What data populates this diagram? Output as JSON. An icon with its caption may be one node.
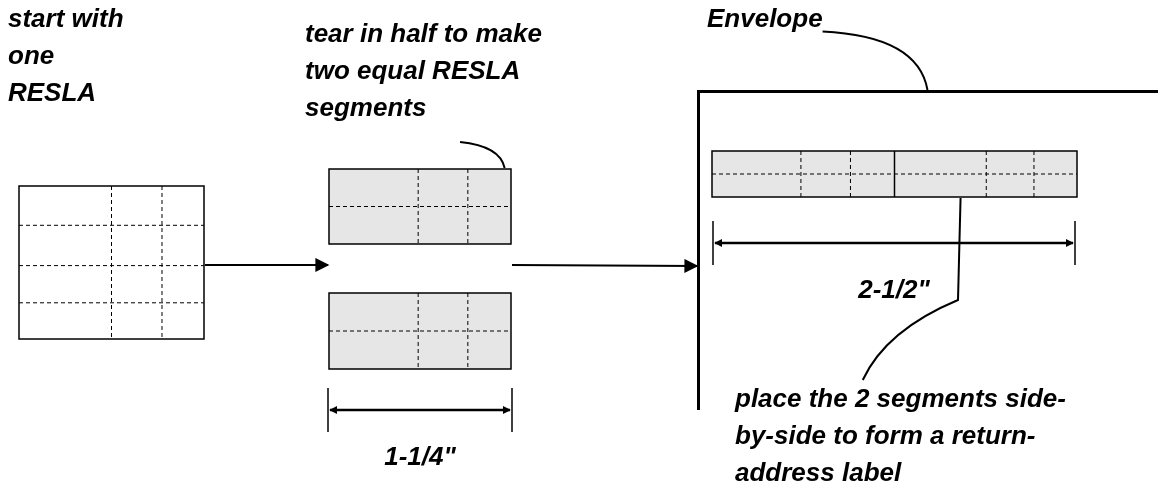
{
  "diagram": {
    "nodes": [
      {
        "text": [],
        "shape": "picture"
      },
      {
        "text": [
          "tear in half to make two equal RESLA segments"
        ]
      },
      {
        "text": [],
        "shape": "picture"
      },
      {
        "text": [],
        "shape": "picture",
        "in": 2
      },
      {
        "text": [],
        "shape": "picture",
        "in": 2
      },
      {
        "text": [
          "Envelope"
        ]
      },
      {
        "text": [],
        "shape": "box"
      },
      {
        "text": [],
        "shape": "picture",
        "in": 6
      },
      {
        "text": [
          "place the 2 segments side-by-side to form a return-address label"
        ]
      }
    ],
    "edges": [
      {
        "from": 0,
        "to": 2,
        "arrow": "to"
      },
      {
        "from": 1,
        "to": 3,
        "arrow": "none"
      },
      {
        "from": 2,
        "to": 6,
        "arrow": "to"
      },
      {
        "from": 5,
        "to": 6,
        "arrow": "none"
      },
      {
        "from": 8,
        "to": 7,
        "arrow": "none"
      }
    ],
    "labels": [
      "start with one RESLA",
      "1-1/4\"",
      "2-1/2\""
    ]
  }
}
